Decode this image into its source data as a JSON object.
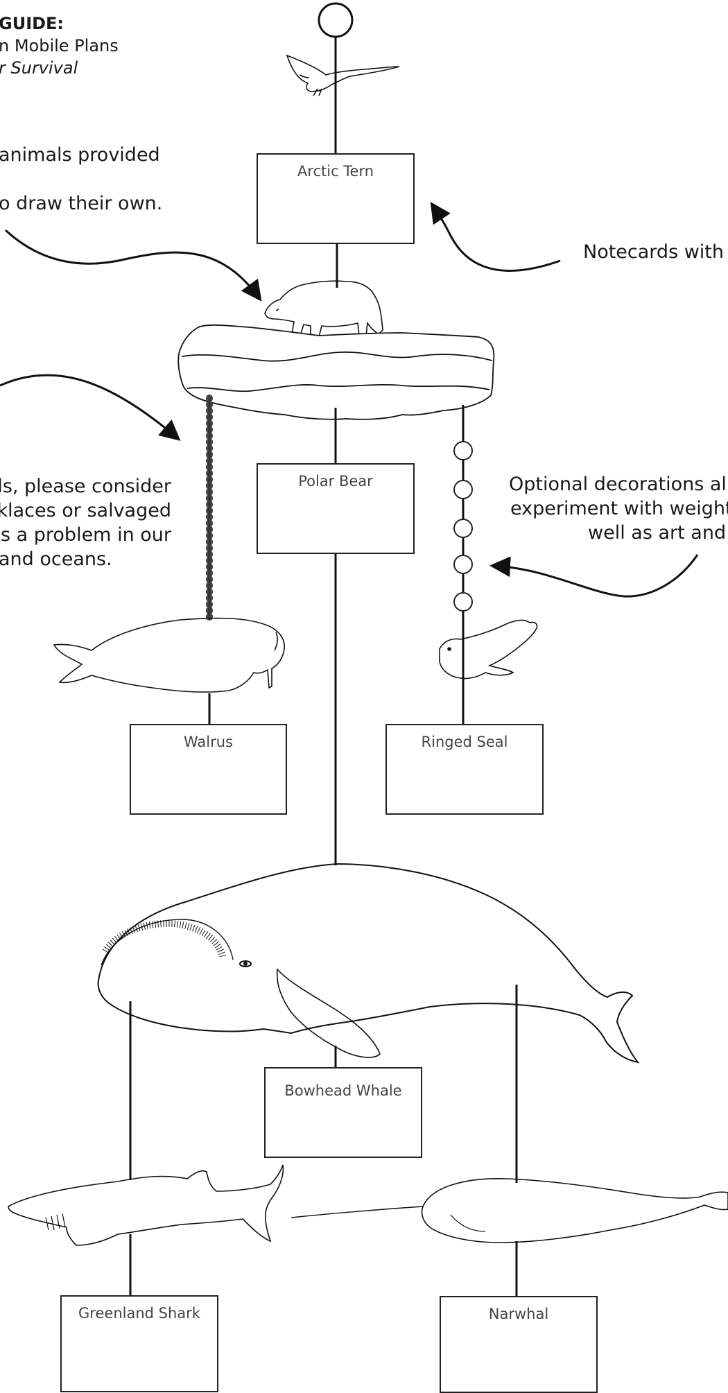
{
  "header": {
    "title": "GUIDE:",
    "line2": "n Mobile Plans",
    "line3": "r Survival"
  },
  "notes": {
    "left_top": [
      "animals provided",
      "o draw their own."
    ],
    "right_top": "Notecards with",
    "left_mid": [
      "ls, please consider",
      "klaces or salvaged",
      "is a problem in our",
      "and oceans."
    ],
    "right_mid": [
      "Optional decorations al",
      "experiment with weight",
      "well as art and c"
    ]
  },
  "cards": {
    "arctic_tern": "Arctic Tern",
    "polar_bear": "Polar Bear",
    "walrus": "Walrus",
    "ringed_seal": "Ringed Seal",
    "bowhead_whale": "Bowhead Whale",
    "greenland_shark": "Greenland Shark",
    "narwhal": "Narwhal"
  },
  "colors": {
    "line": "#1a1a1a",
    "bead_dark": "#444444",
    "text": "#1a1a1a",
    "card_text": "#444444"
  }
}
